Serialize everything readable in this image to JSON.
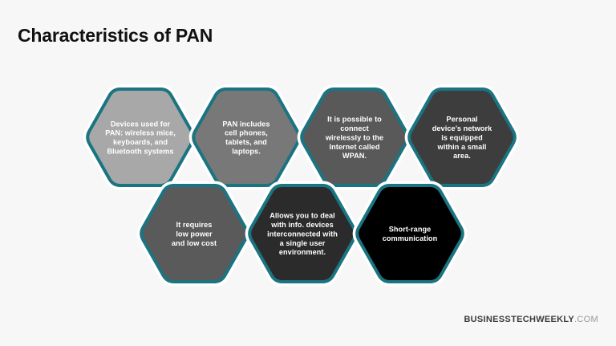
{
  "slide": {
    "background_color": "#f7f7f7",
    "title": "Characteristics of PAN"
  },
  "theme": {
    "border_color": "#1a7481",
    "gap_color": "#ffffff",
    "text_color": "#ffffff",
    "title_color": "#111111"
  },
  "hexagons": [
    {
      "id": "hex-devices-used-for-pan",
      "fill": "#a8a8a8",
      "row": "top",
      "index": 1,
      "lines": [
        "Devices used for",
        "PAN: wireless mice,",
        "keyboards, and",
        "Bluetooth systems"
      ]
    },
    {
      "id": "hex-pan-includes",
      "fill": "#787878",
      "row": "top",
      "index": 2,
      "lines": [
        "PAN includes",
        "cell phones,",
        "tablets, and",
        "laptops."
      ]
    },
    {
      "id": "hex-wireless-internet-wpan",
      "fill": "#595959",
      "row": "top",
      "index": 3,
      "lines": [
        "It is possible to",
        "connect",
        "wirelessly to the",
        "Internet called",
        "WPAN."
      ]
    },
    {
      "id": "hex-personal-device-network",
      "fill": "#3d3d3d",
      "row": "top",
      "index": 4,
      "lines": [
        "Personal",
        "device’s network",
        "is equipped",
        "within a small",
        "area."
      ]
    },
    {
      "id": "hex-low-power-low-cost",
      "fill": "#5a5a5a",
      "row": "bottom",
      "index": 1,
      "lines": [
        "It requires",
        "low power",
        "and low cost"
      ]
    },
    {
      "id": "hex-single-user-environment",
      "fill": "#2b2b2b",
      "row": "bottom",
      "index": 2,
      "lines": [
        "Allows you to deal",
        "with info. devices",
        "interconnected with",
        "a single user",
        "environment."
      ]
    },
    {
      "id": "hex-short-range-communication",
      "fill": "#000000",
      "row": "bottom",
      "index": 3,
      "lines": [
        "Short-range",
        "communication"
      ]
    }
  ],
  "footer": {
    "brand_main": "BUSINESSTECHWEEKLY",
    "brand_tld": ".COM"
  }
}
